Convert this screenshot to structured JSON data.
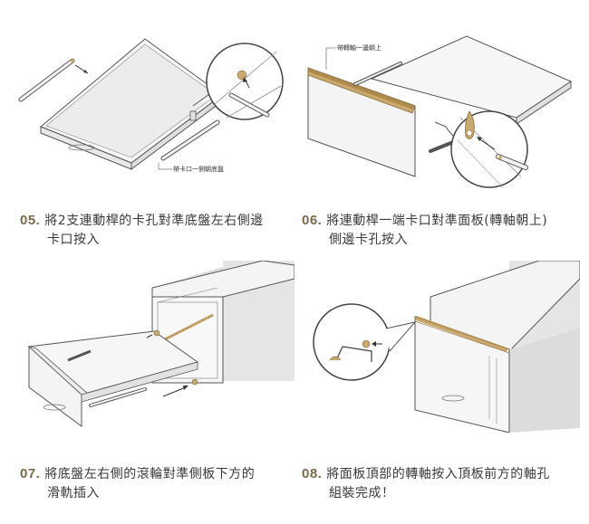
{
  "labels": {
    "bottom_tray_clip": "帶卡口一側朝底盤",
    "rotation_axis_up": "帶轉軸一邊朝上"
  },
  "steps": [
    {
      "num": "05.",
      "line1": "將2支連動桿的卡孔對準底盤左右側邊",
      "line2": "卡口按入"
    },
    {
      "num": "06.",
      "line1": "將連動桿一端卡口對準面板(轉軸朝上)",
      "line2": "側邊卡孔按入"
    },
    {
      "num": "07.",
      "line1": "將底盤左右側的滾輪對準側板下方的",
      "line2": "滑軌插入"
    },
    {
      "num": "08.",
      "line1": "將面板頂部的轉軸按入頂板前方的軸孔",
      "line2": "組裝完成！"
    }
  ],
  "colors": {
    "line": "#555555",
    "panel_fill": "#f4f4f4",
    "panel_gray": "#dcdcdc",
    "wood": "#c9a96e",
    "number": "#7a6a4a"
  }
}
